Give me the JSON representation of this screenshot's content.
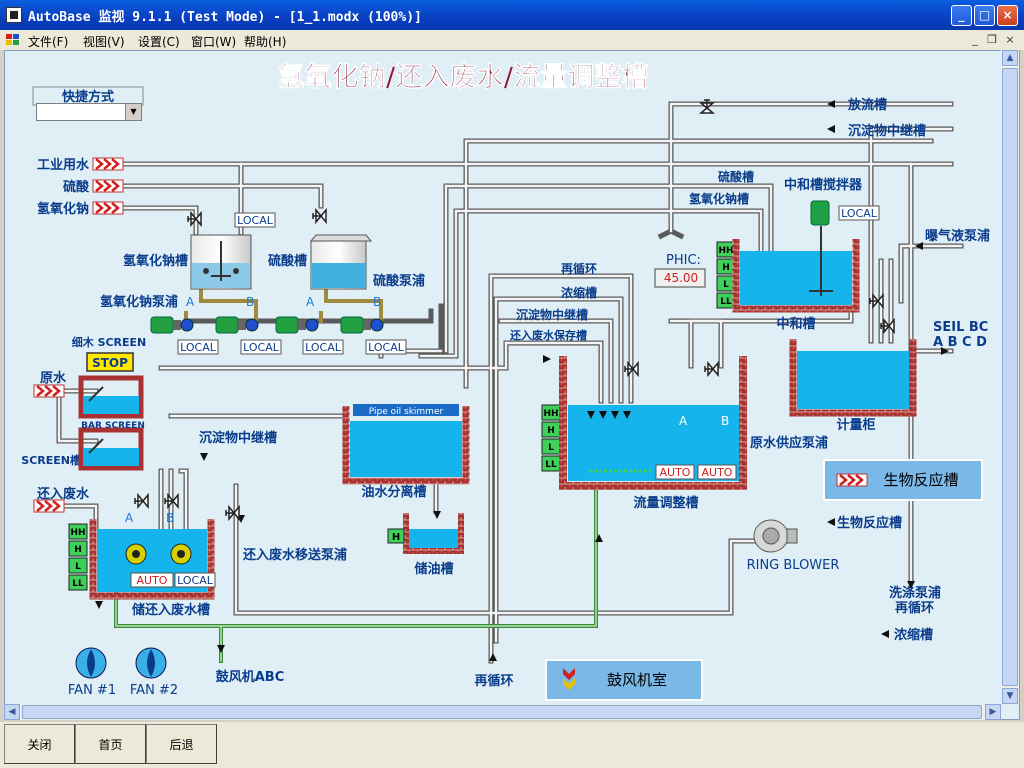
{
  "window": {
    "title": "AutoBase 监视 9.1.1 (Test Mode) - [1_1.modx (100%)]",
    "minimize": "_",
    "maximize": "□",
    "close": "×"
  },
  "menu": {
    "items": [
      "文件(F)",
      "视图(V)",
      "设置(C)",
      "窗口(W)",
      "帮助(H)"
    ],
    "mdi_min": "_",
    "mdi_restore": "❐",
    "mdi_close": "×"
  },
  "page": {
    "title": "氢氧化钠/还入废水/流量调整槽",
    "shortcut_label": "快捷方式",
    "shortcut_value": ""
  },
  "inlets": {
    "industrial_water": "工业用水",
    "sulfuric_acid": "硫酸",
    "naoh": "氢氧化钠",
    "raw_water": "原水",
    "screen_tank": "SCREEN槽",
    "return_wastewater": "还入废水"
  },
  "right_labels": {
    "discharge": "放流槽",
    "sediment_relay": "沉淀物中继槽",
    "aeration_pump": "曝气液泵浦",
    "seil_bc": "SEIL BC",
    "seil_abcd": "A B C D",
    "bio_tank": "生物反应槽",
    "wash_pump": "洗涤泵浦",
    "recycle2": "再循环",
    "concentrate": "浓缩槽"
  },
  "tanks": {
    "naoh_tank": "氢氧化钠槽",
    "acid_tank": "硫酸槽",
    "acid_pump": "硫酸泵浦",
    "naoh_pump": "氢氧化钠泵浦",
    "neutral_tank": "中和槽",
    "neutral_mixer": "中和槽搅拌器",
    "metering": "计量柜",
    "flow_tank": "流量调整槽",
    "raw_supply_pump": "原水供应泵浦",
    "oil_separator": "油水分离槽",
    "pipe_skimmer": "Pipe oil skimmer",
    "oil_storage": "储油槽",
    "return_storage": "储还入废水槽",
    "return_transfer_pump": "还入废水移送泵浦",
    "sediment_relay_left": "沉淀物中继槽",
    "fine_screen": "细木 SCREEN",
    "bar_screen": "BAR SCREEN",
    "blower_abc": "鼓风机ABC",
    "recycle_bottom": "再循环",
    "ring_blower": "RING BLOWER",
    "bio_tank_right": "生物反应槽"
  },
  "pipe_labels": {
    "recycle": "再循环",
    "concentrate": "浓缩槽",
    "sediment": "沉淀物中继槽",
    "return_storage": "还入废水保存槽",
    "acid_tank2": "硫酸槽",
    "naoh_tank2": "氢氧化钠槽"
  },
  "controls": {
    "local": "LOCAL",
    "auto": "AUTO",
    "stop": "STOP",
    "phic_label": "PHIC:",
    "phic_value": "45.00",
    "pump_a": "A",
    "pump_b": "B",
    "hh": "HH",
    "h": "H",
    "l": "L",
    "ll": "LL"
  },
  "buttons": {
    "bio_reaction": "生物反应槽",
    "blower_room": "鼓风机室"
  },
  "fans": {
    "fan1": "FAN #1",
    "fan2": "FAN #2"
  },
  "footer": {
    "close": "关闭",
    "home": "首页",
    "back": "后退"
  },
  "colors": {
    "canvas_bg": "#dfeff5",
    "text_blue": "#0a3c8c",
    "title_maroon": "#8c1e3c",
    "water": "#16b4ec",
    "brick": "#a83232",
    "level_green": "#3fd05a",
    "auto_red": "#d02020"
  }
}
